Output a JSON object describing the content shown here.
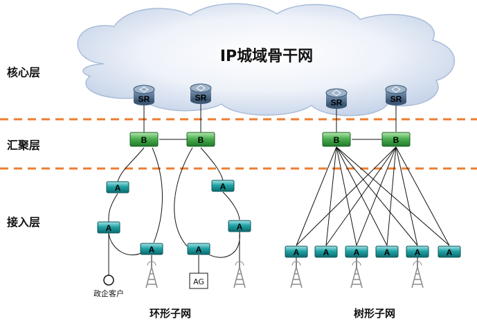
{
  "cloud": {
    "title": "IP城域骨干网"
  },
  "layers": {
    "core": "核心层",
    "aggregation": "汇聚层",
    "access": "接入层"
  },
  "node_labels": {
    "core_router": "SR",
    "aggregation_switch": "B",
    "access_switch": "A",
    "access_gateway": "AG"
  },
  "endpoints": {
    "government_customer": "政企客户"
  },
  "subnets": {
    "ring": "环形子网",
    "tree": "树形子网"
  },
  "colors": {
    "divider": "#ED7D31",
    "router_body": "#4E6D8C",
    "aggregation_fill": "#4CAF50",
    "access_fill": "#20A3A6",
    "cloud_fill": "#C9D5EA",
    "cloud_stroke": "#9FB2CF"
  }
}
